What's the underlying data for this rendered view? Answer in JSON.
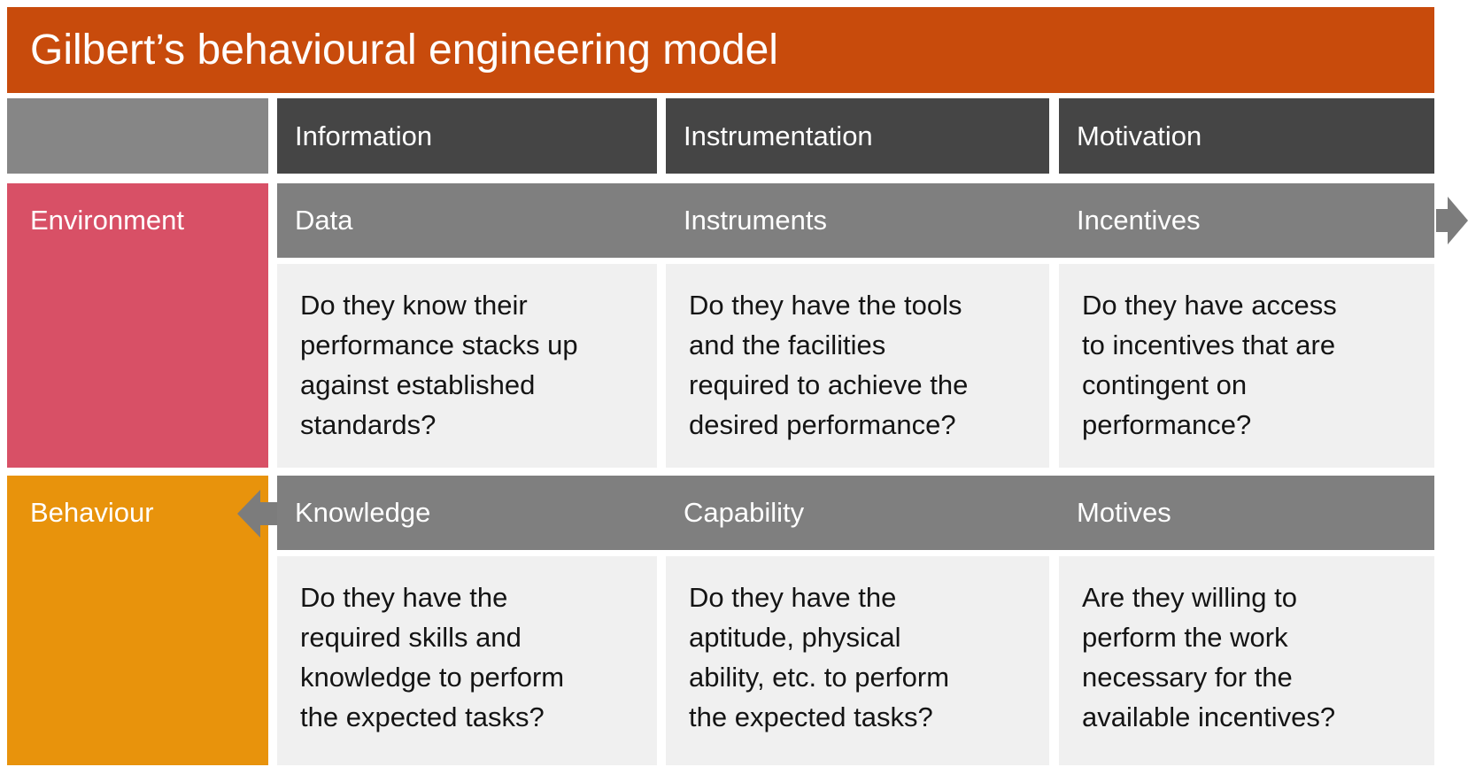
{
  "title": "Gilbert’s behavioural engineering model",
  "column_headers": [
    "Information",
    "Instrumentation",
    "Motivation"
  ],
  "rows": [
    {
      "label": "Environment",
      "arrow": "right",
      "cells": [
        {
          "header": "Data",
          "question": "Do they know their\nperformance stacks up\nagainst established\nstandards?"
        },
        {
          "header": "Instruments",
          "question": "Do they have the tools\nand the facilities\nrequired to achieve the\ndesired performance?"
        },
        {
          "header": "Incentives",
          "question": "Do they have access\nto incentives that are\ncontingent on\nperformance?"
        }
      ]
    },
    {
      "label": "Behaviour",
      "arrow": "left",
      "cells": [
        {
          "header": "Knowledge",
          "question": "Do they have the\nrequired skills and\nknowledge to perform\nthe expected tasks?"
        },
        {
          "header": "Capability",
          "question": "Do they have the\naptitude, physical\nability, etc. to perform\nthe expected tasks?"
        },
        {
          "header": "Motives",
          "question": "Are they willing to\nperform the work\nnecessary for the\navailable incentives?"
        }
      ]
    }
  ],
  "colors": {
    "title_bar": "#C84B0C",
    "column_header": "#454545",
    "corner_cell": "#868686",
    "row_bar": "#7F7F7F",
    "environment": "#D85066",
    "behaviour": "#E8930C",
    "cell_bg": "#F0F0F0",
    "arrow": "#7C7C7C",
    "text_dark": "#141414",
    "text_light": "#FFFFFF"
  }
}
